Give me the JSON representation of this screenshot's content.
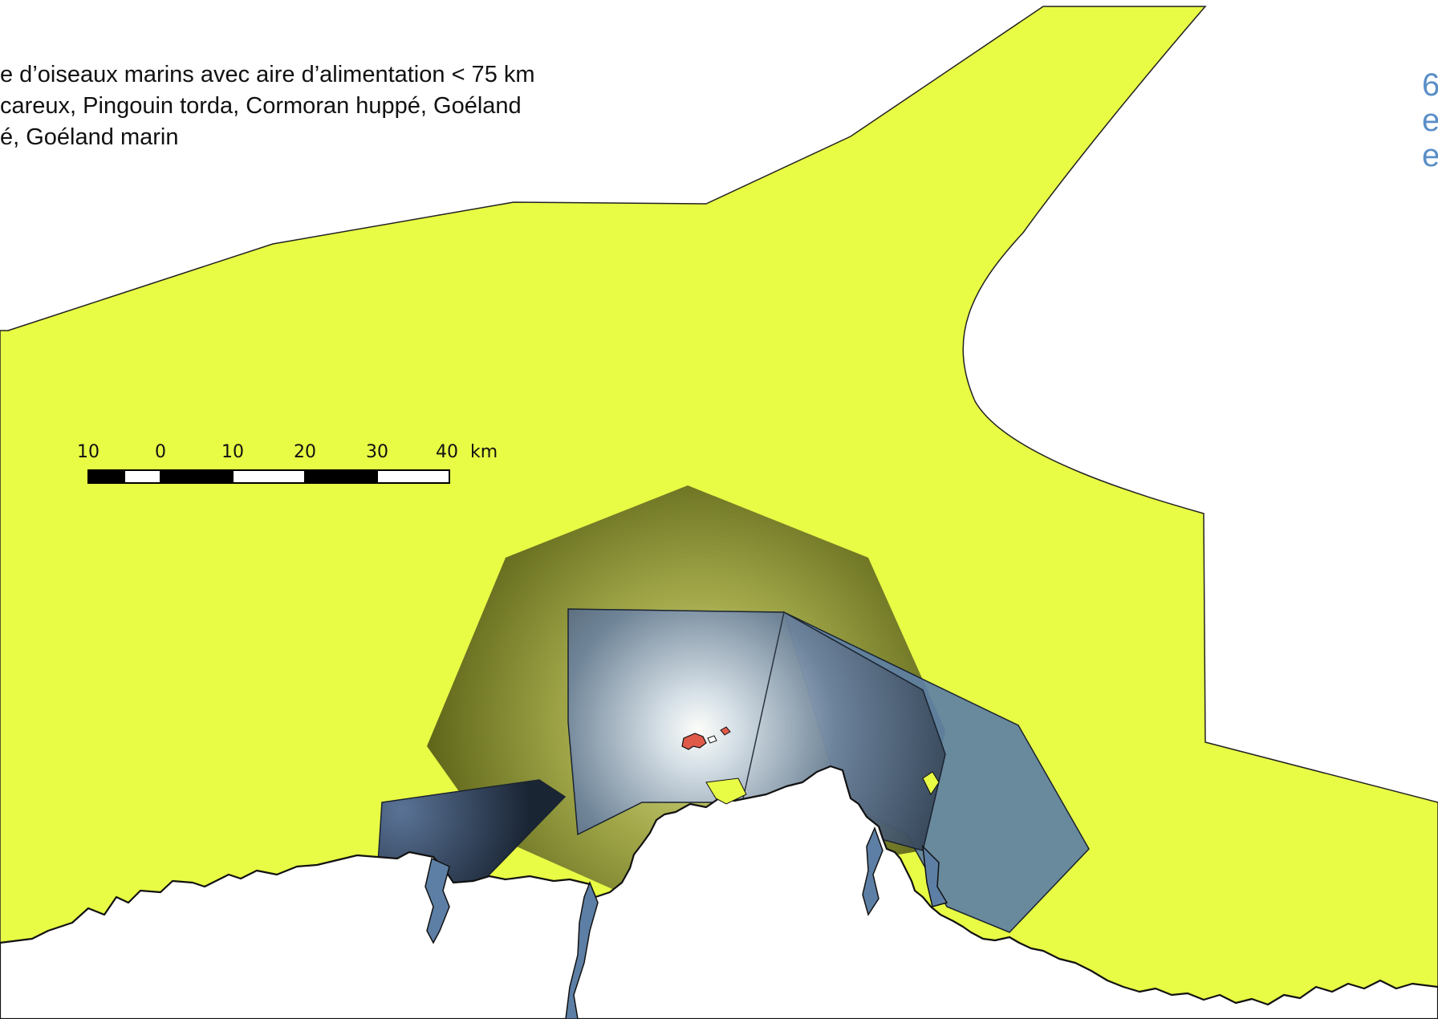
{
  "caption": {
    "line1": "e d’oiseaux marins avec aire d’alimentation < 75 km",
    "line2": "careux, Pingouin torda, Cormoran huppé, Goéland",
    "line3": "é, Goéland marin"
  },
  "side_text": {
    "line1": "6",
    "line2": "e",
    "line3": "e"
  },
  "scale_bar": {
    "ticks": [
      "10",
      "0",
      "10",
      "20",
      "30",
      "40"
    ],
    "unit": "km"
  },
  "colors": {
    "sea_fill": "#e8fb45",
    "land_fill": "#ffffff",
    "zone_olive": "#6e7322",
    "zone_blue": "#5d7fa5",
    "colony_red": "#e05a4a"
  }
}
